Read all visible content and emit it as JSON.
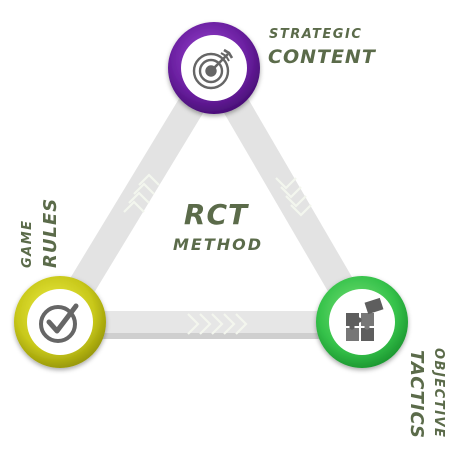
{
  "diagram": {
    "center_title": "RCT",
    "center_subtitle": "METHOD"
  },
  "nodes": {
    "top": {
      "label_small": "STRATEGIC",
      "label_large": "CONTENT",
      "icon": "target-arrow-icon",
      "color": "#6a1fa0"
    },
    "left": {
      "label_small": "GAME",
      "label_large": "RULES",
      "icon": "checkmark-icon",
      "color": "#c8c81a"
    },
    "right": {
      "label_small": "OBJECTIVE",
      "label_large": "TACTICS",
      "icon": "puzzle-icon",
      "color": "#35c24a"
    }
  },
  "colors": {
    "band": "#e4e4e4",
    "text": "#5b6b4a",
    "chevron": "#e8eee0"
  }
}
